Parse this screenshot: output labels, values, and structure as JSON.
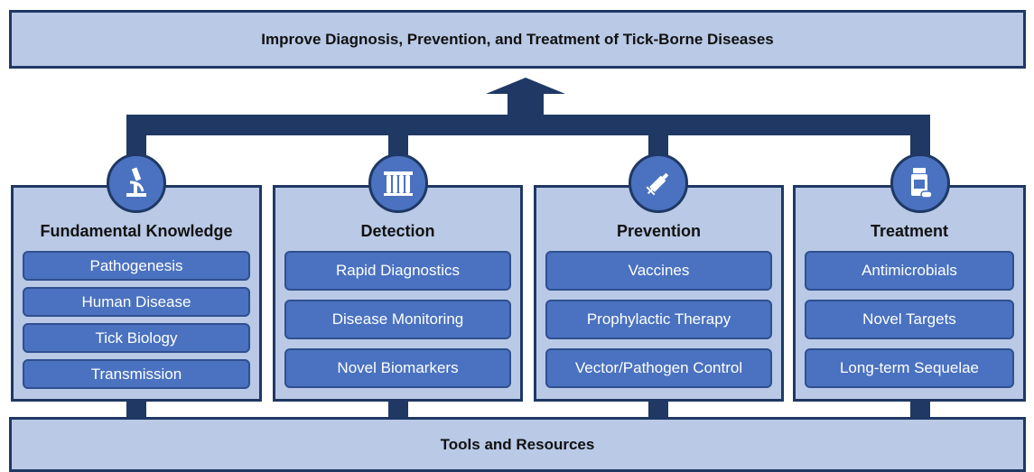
{
  "goal": {
    "title": "Improve Diagnosis, Prevention, and Treatment of Tick-Borne Diseases"
  },
  "foundation": {
    "title": "Tools and Resources"
  },
  "columns": [
    {
      "title": "Fundamental Knowledge",
      "icon": "microscope-icon",
      "items": [
        "Pathogenesis",
        "Human Disease",
        "Tick Biology",
        "Transmission"
      ]
    },
    {
      "title": "Detection",
      "icon": "test-tubes-icon",
      "items": [
        "Rapid Diagnostics",
        "Disease Monitoring",
        "Novel Biomarkers"
      ]
    },
    {
      "title": "Prevention",
      "icon": "syringe-icon",
      "items": [
        "Vaccines",
        "Prophylactic Therapy",
        "Vector/Pathogen Control"
      ]
    },
    {
      "title": "Treatment",
      "icon": "medicine-bottle-icon",
      "items": [
        "Antimicrobials",
        "Novel Targets",
        "Long-term Sequelae"
      ]
    }
  ],
  "colors": {
    "dark_navy": "#1f3864",
    "light_blue": "#b9c9e6",
    "pill_blue": "#4a72c0",
    "white": "#ffffff"
  }
}
